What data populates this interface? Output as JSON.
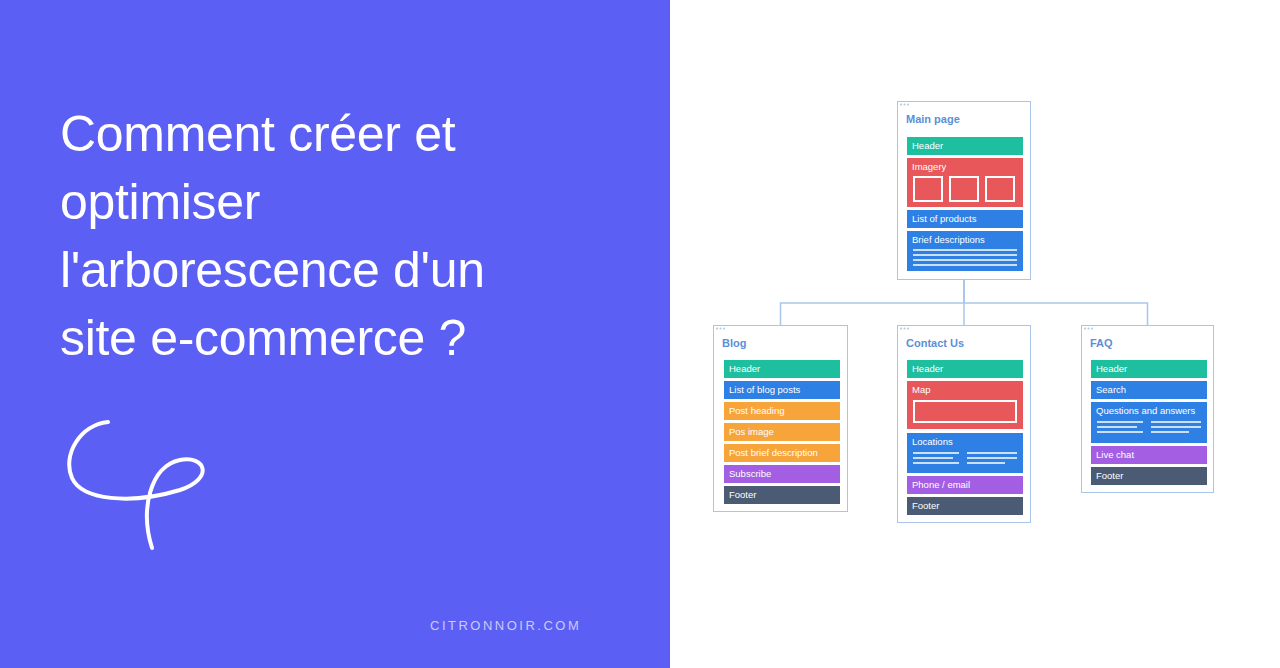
{
  "diagram": {
    "title": "Comment créer et optimiser l'arborescence d'un site e-commerce ?",
    "nodes": [
      {
        "text": [
          "Main page"
        ]
      },
      {
        "text": [
          "Header"
        ],
        "in": 0
      },
      {
        "text": [
          "Imagery"
        ],
        "in": 0
      },
      {
        "text": [
          "List of products"
        ],
        "in": 0
      },
      {
        "text": [
          "Brief descriptions"
        ],
        "in": 0
      },
      {
        "text": [
          "Blog"
        ]
      },
      {
        "text": [
          "Header"
        ],
        "in": 5
      },
      {
        "text": [
          "List of blog posts"
        ],
        "in": 5
      },
      {
        "text": [
          "Post heading"
        ],
        "in": 5
      },
      {
        "text": [
          "Pos image"
        ],
        "in": 5
      },
      {
        "text": [
          "Post brief description"
        ],
        "in": 5
      },
      {
        "text": [
          "Subscribe"
        ],
        "in": 5
      },
      {
        "text": [
          "Footer"
        ],
        "in": 5
      },
      {
        "text": [
          "Contact Us"
        ]
      },
      {
        "text": [
          "Header"
        ],
        "in": 13
      },
      {
        "text": [
          "Map"
        ],
        "in": 13
      },
      {
        "text": [
          "Locations"
        ],
        "in": 13
      },
      {
        "text": [
          "Phone / email"
        ],
        "in": 13
      },
      {
        "text": [
          "Footer"
        ],
        "in": 13
      },
      {
        "text": [
          "FAQ"
        ]
      },
      {
        "text": [
          "Header"
        ],
        "in": 19
      },
      {
        "text": [
          "Search"
        ],
        "in": 19
      },
      {
        "text": [
          "Questions and answers"
        ],
        "in": 19
      },
      {
        "text": [
          "Live chat"
        ],
        "in": 19
      },
      {
        "text": [
          "Footer"
        ],
        "in": 19
      }
    ],
    "edges": [
      {
        "from": 0,
        "to": 5,
        "arrow": "none"
      },
      {
        "from": 0,
        "to": 13,
        "arrow": "none"
      },
      {
        "from": 0,
        "to": 19,
        "arrow": "none"
      }
    ],
    "labels": [
      "CITRONNOIR.COM"
    ]
  }
}
